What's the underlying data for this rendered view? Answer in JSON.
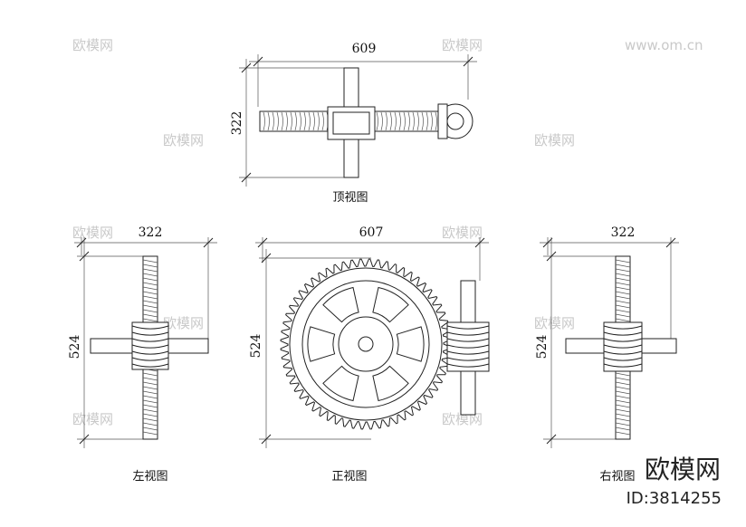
{
  "views": {
    "top": {
      "caption": "顶视图",
      "width": "609",
      "height": "322"
    },
    "left": {
      "caption": "左视图",
      "width": "322",
      "height": "524"
    },
    "front": {
      "caption": "正视图",
      "width": "607",
      "height": "524"
    },
    "right": {
      "caption": "右视图",
      "width": "322",
      "height": "524"
    }
  },
  "watermark": {
    "brand": "欧模网",
    "id": "ID:3814255",
    "site": "www.om.cn"
  }
}
